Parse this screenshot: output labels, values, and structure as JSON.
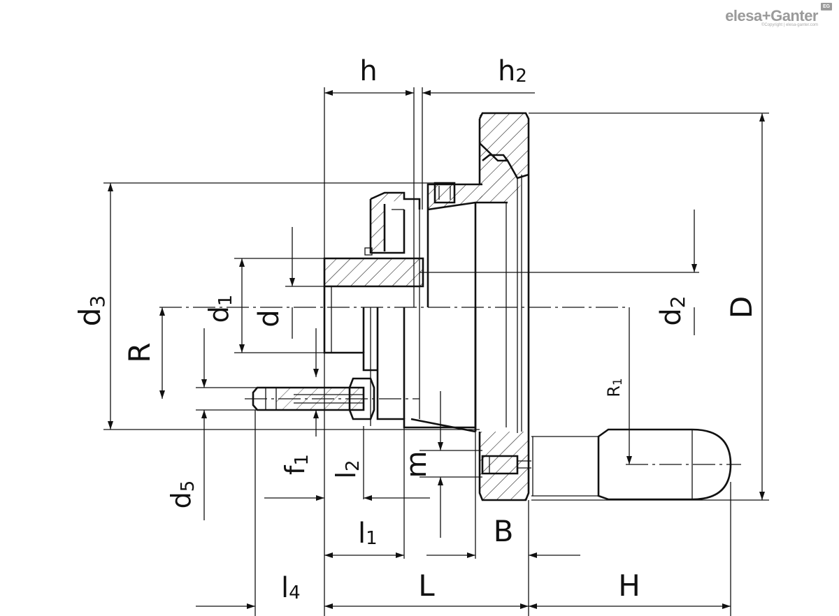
{
  "brand": {
    "name": "elesa+Ganter",
    "copyright": "©Copyright | elesa-ganter.com",
    "badge": "EG"
  },
  "dimensions": {
    "h": "h",
    "h2_base": "h",
    "h2_sub": "2",
    "d3_base": "d",
    "d3_sub": "3",
    "d1_base": "d",
    "d1_sub": "1",
    "d": "d",
    "R": "R",
    "d2_base": "d",
    "d2_sub": "2",
    "D": "D",
    "R1_base": "R",
    "R1_sub": "1",
    "f1_base": "f",
    "f1_sub": "1",
    "l2_base": "l",
    "l2_sub": "2",
    "m": "m",
    "d5_base": "d",
    "d5_sub": "5",
    "l1_base": "l",
    "l1_sub": "1",
    "B": "B",
    "l4_base": "l",
    "l4_sub": "4",
    "L": "L",
    "H": "H"
  }
}
